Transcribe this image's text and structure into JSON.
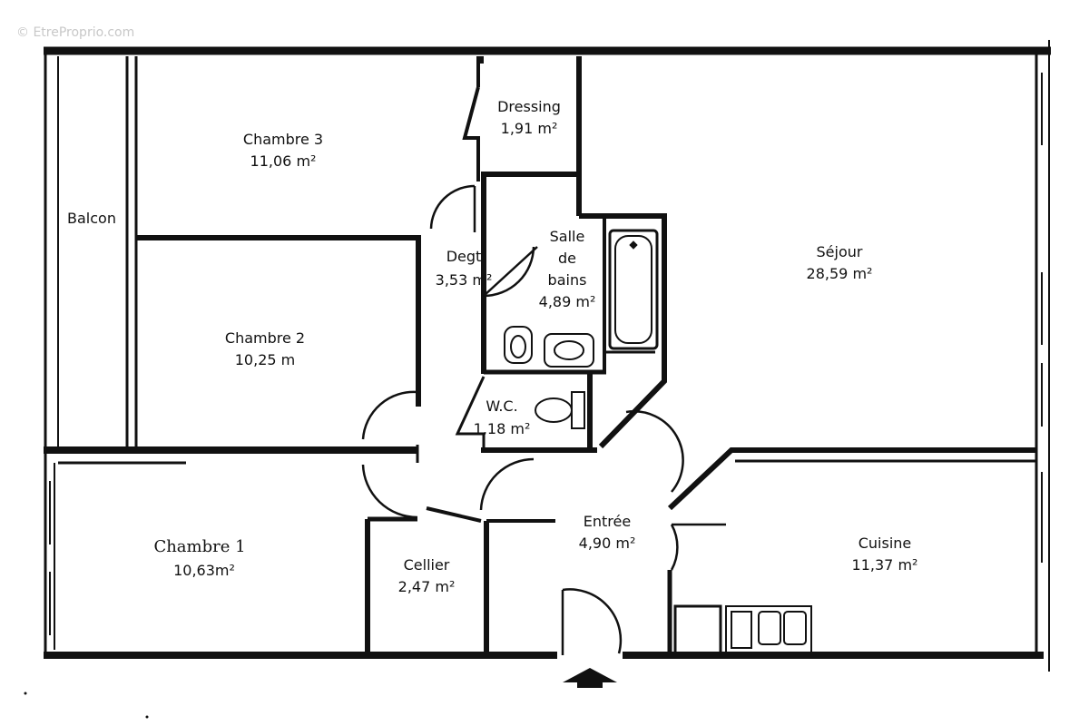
{
  "watermark": "© EtreProprio.com",
  "rooms": {
    "dressing": {
      "name": "Dressing",
      "area": "1,91 m²"
    },
    "chambre3": {
      "name": "Chambre 3",
      "area": "11,06 m²"
    },
    "balcon": {
      "name": "Balcon"
    },
    "degt": {
      "name": "Degt",
      "area": "3,53 m²"
    },
    "salle_de_bains": {
      "line1": "Salle",
      "line2": "de",
      "line3": "bains",
      "area": "4,89 m²"
    },
    "sejour": {
      "name": "Séjour",
      "area": "28,59 m²"
    },
    "chambre2": {
      "name": "Chambre 2",
      "area": "10,25 m"
    },
    "wc": {
      "name": "W.C.",
      "area": "1,18 m²"
    },
    "entree": {
      "name": "Entrée",
      "area": "4,90 m²"
    },
    "cuisine": {
      "name": "Cuisine",
      "area": "11,37 m²"
    },
    "chambre1": {
      "name": "Chambre 1",
      "area": "10,63m²"
    },
    "cellier": {
      "name": "Cellier",
      "area": "2,47 m²"
    }
  }
}
